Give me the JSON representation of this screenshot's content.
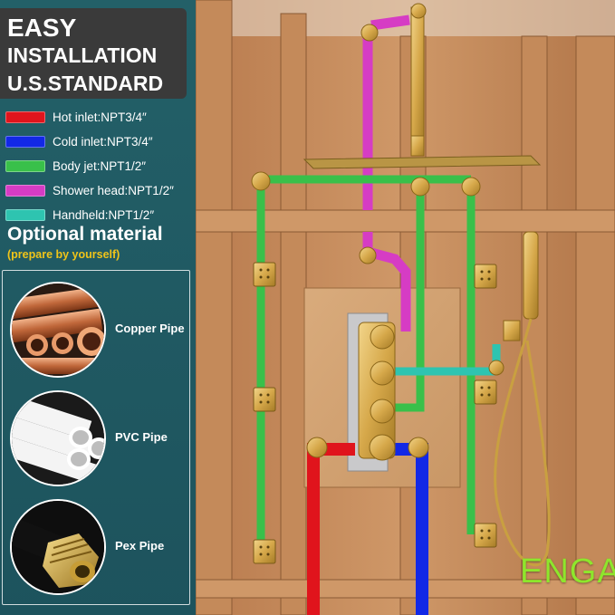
{
  "header": {
    "line1": "EASY",
    "line2": "INSTALLATION",
    "line3": "U.S.STANDARD"
  },
  "legend": [
    {
      "label": "Hot inlet:NPT3/4″",
      "color": "#e0141c"
    },
    {
      "label": "Cold inlet:NPT3/4″",
      "color": "#1228e6"
    },
    {
      "label": "Body jet:NPT1/2″",
      "color": "#39c04a"
    },
    {
      "label": "Shower head:NPT1/2″",
      "color": "#d63cc4"
    },
    {
      "label": "Handheld:NPT1/2″",
      "color": "#2ec4b0"
    }
  ],
  "optional": {
    "title": "Optional material",
    "subtitle": "(prepare by yourself)"
  },
  "materials": [
    {
      "label": "Copper Pipe",
      "icon": "copper-pipe-icon"
    },
    {
      "label": "PVC Pipe",
      "icon": "pvc-pipe-icon"
    },
    {
      "label": "Pex Pipe",
      "icon": "pex-pipe-icon"
    }
  ],
  "brand": "ENGA",
  "colors": {
    "panel": "#236068",
    "title_box": "#3a3a3a",
    "accent_yellow": "#f0c419",
    "wood": "#c38a5d",
    "brass": "#d9ad4a"
  }
}
